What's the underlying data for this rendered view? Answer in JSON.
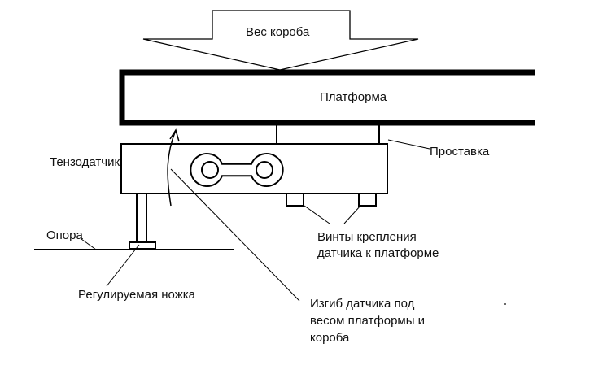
{
  "labels": {
    "box_weight": "Вес короба",
    "platform": "Платформа",
    "spacer": "Проставка",
    "load_cell": "Тензодатчик",
    "support": "Опора",
    "mount_screws_line1": "Винты крепления",
    "mount_screws_line2": "датчика к платформе",
    "adjustable_foot": "Регулируемая ножка",
    "bend_line1": "Изгиб датчика под",
    "bend_line2": "весом платформы и",
    "bend_line3": "короба"
  },
  "colors": {
    "ink": "#000000",
    "background": "#ffffff"
  }
}
